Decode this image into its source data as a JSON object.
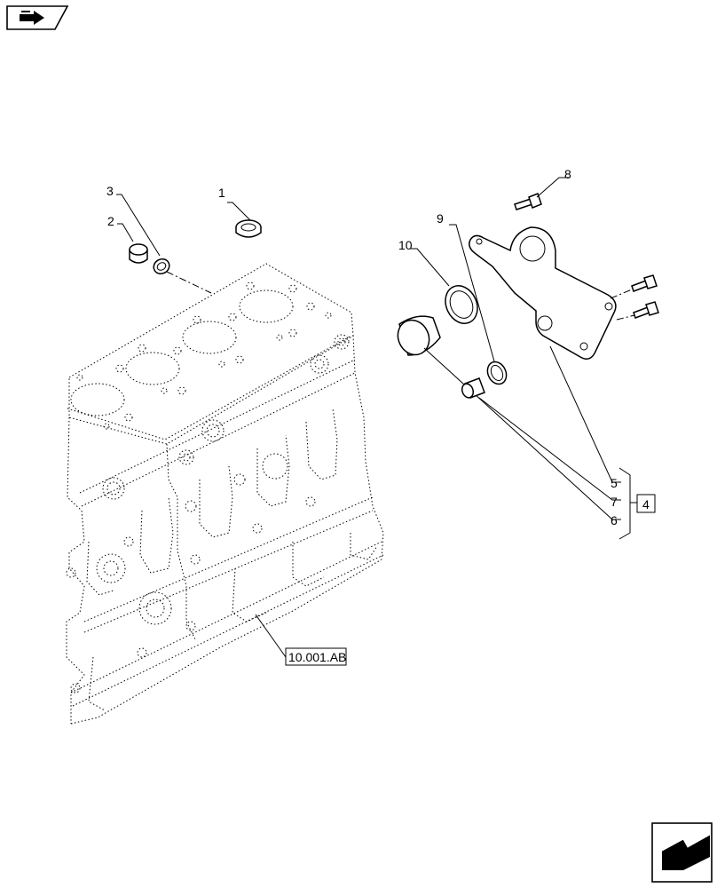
{
  "icons": {
    "top_left": "book-arrow-icon",
    "bottom_right": "next-page-arrow-icon"
  },
  "callouts": [
    {
      "id": "c1",
      "text": "1"
    },
    {
      "id": "c2",
      "text": "2"
    },
    {
      "id": "c3",
      "text": "3"
    },
    {
      "id": "c4",
      "text": "4"
    },
    {
      "id": "c5",
      "text": "5"
    },
    {
      "id": "c6",
      "text": "6"
    },
    {
      "id": "c7",
      "text": "7"
    },
    {
      "id": "c8",
      "text": "8"
    },
    {
      "id": "c9",
      "text": "9"
    },
    {
      "id": "c10",
      "text": "10"
    }
  ],
  "reference": {
    "text": "10.001.AB"
  }
}
